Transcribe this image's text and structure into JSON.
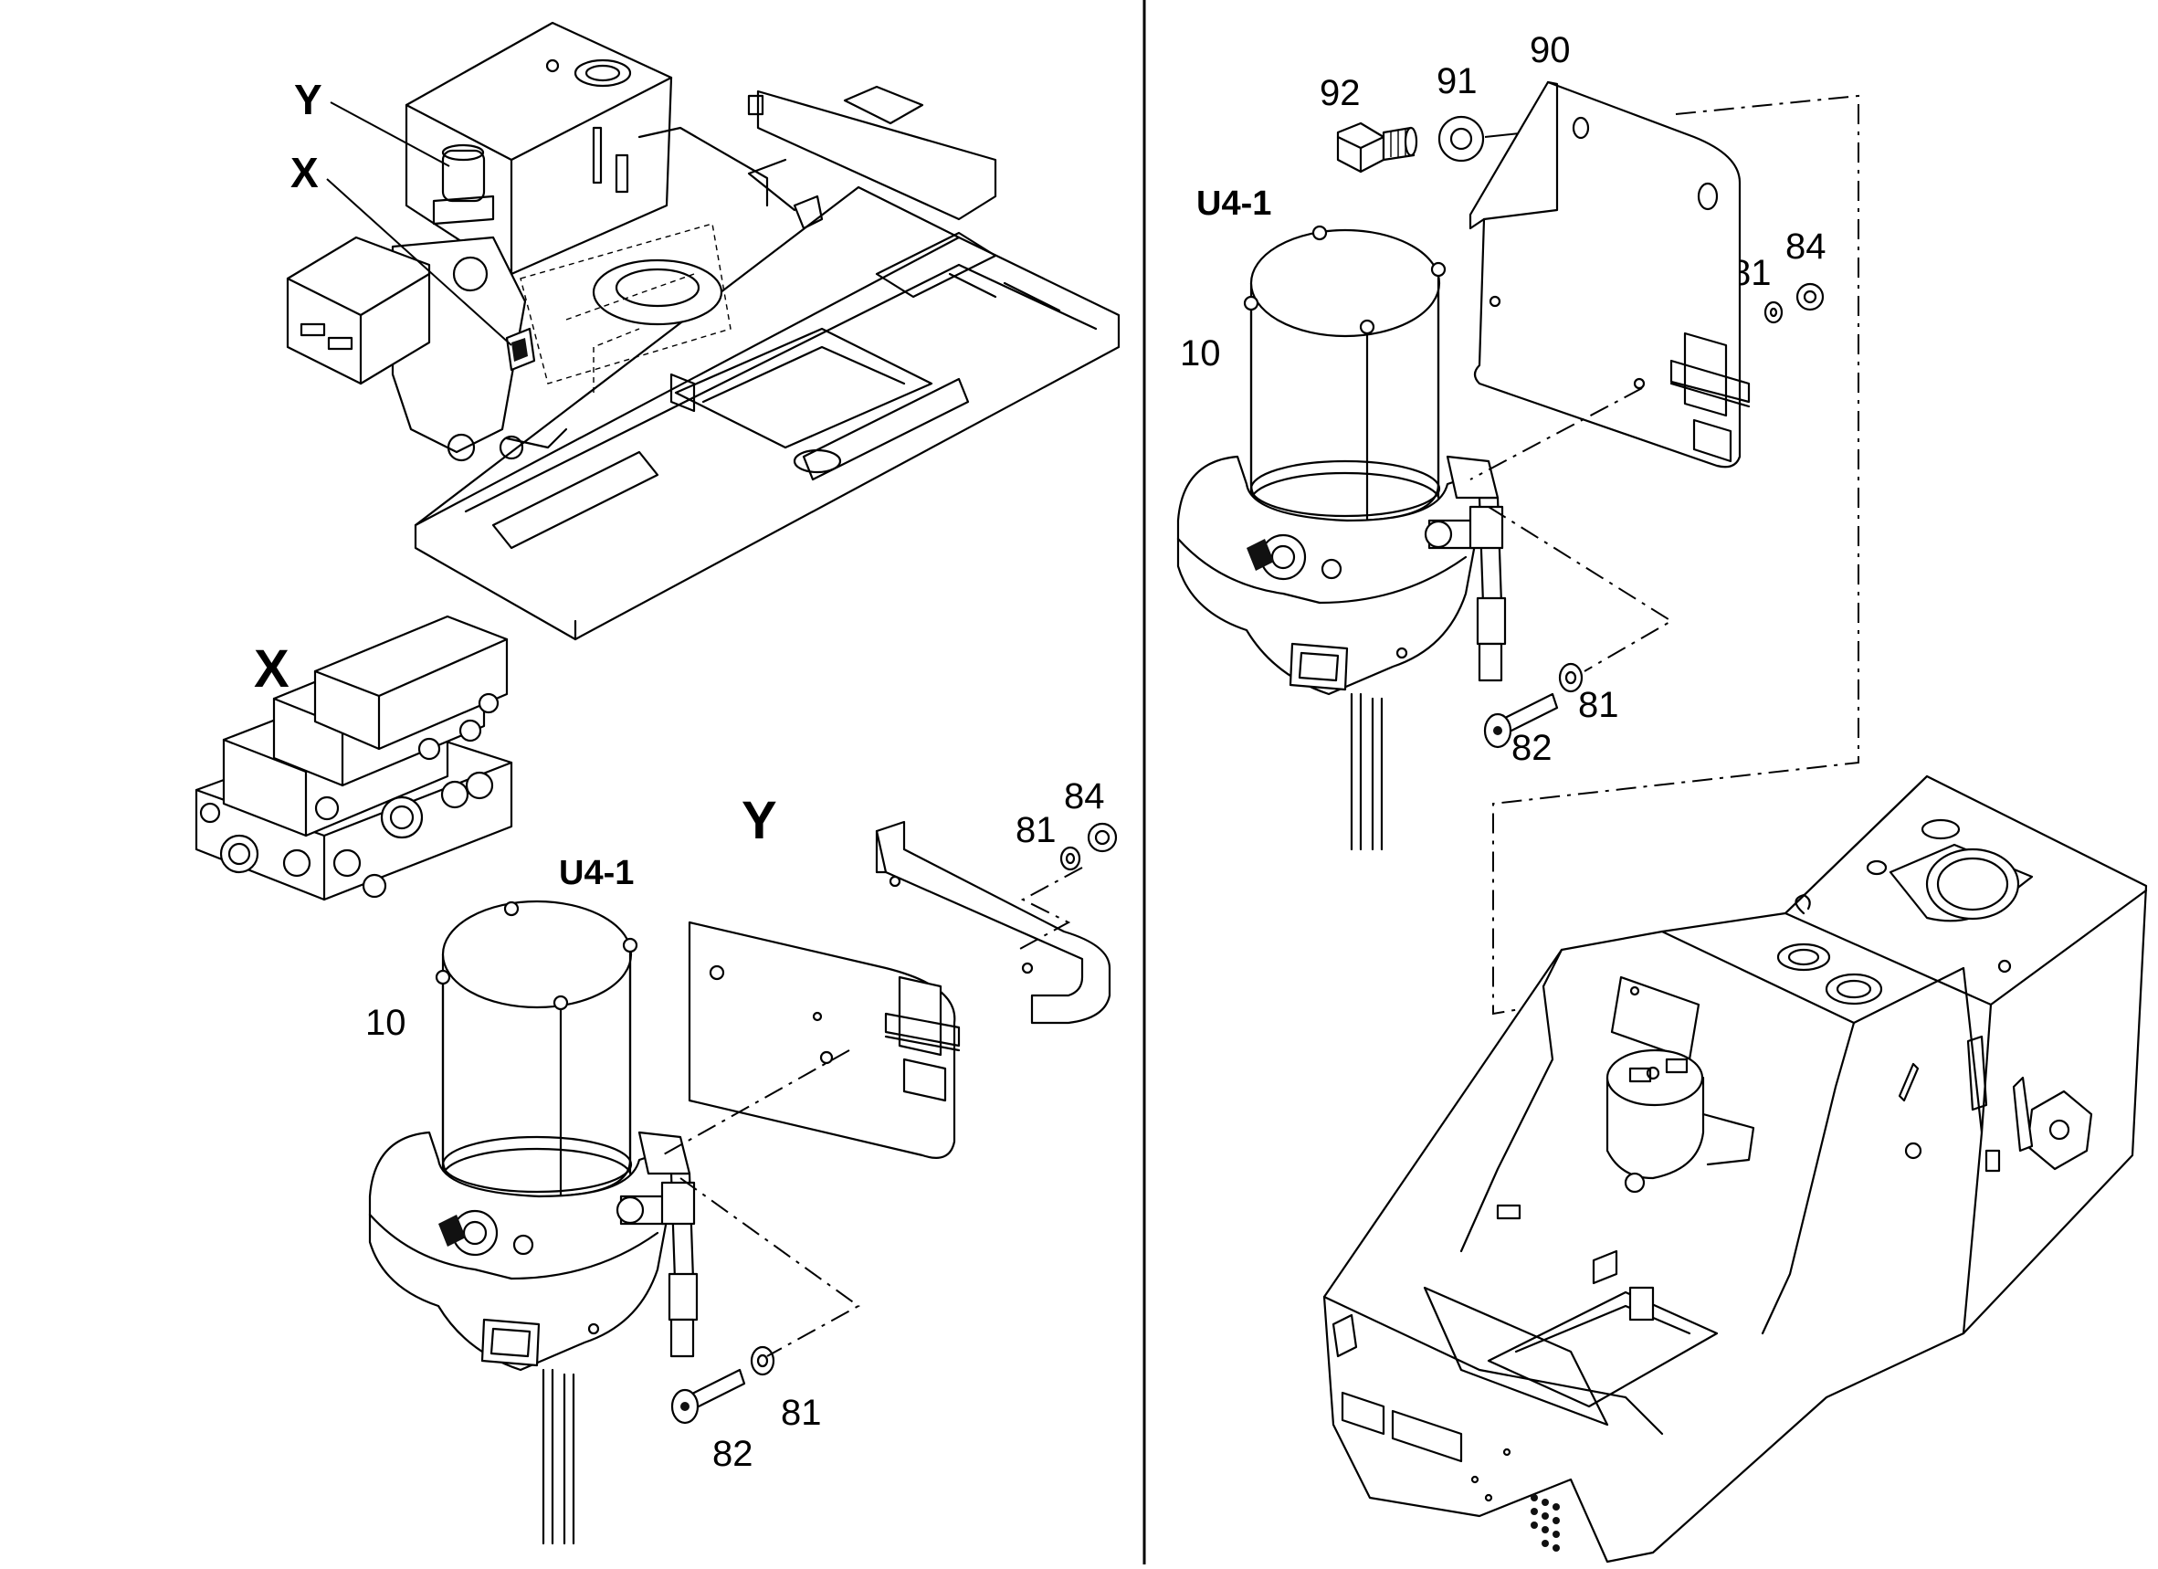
{
  "callouts": {
    "view_y_left": "Y",
    "view_x_left": "X",
    "detail_x": "X",
    "detail_y": "Y",
    "u41_left": "U4-1",
    "u41_right": "U4-1",
    "p10_left": "10",
    "p10_right": "10",
    "p81_left_a": "81",
    "p81_left_b": "81",
    "p82_left": "82",
    "p84_left": "84",
    "p81_right_a": "81",
    "p81_right_b": "81",
    "p82_right": "82",
    "p84_right": "84",
    "p90": "90",
    "p91": "91",
    "p92": "92"
  }
}
